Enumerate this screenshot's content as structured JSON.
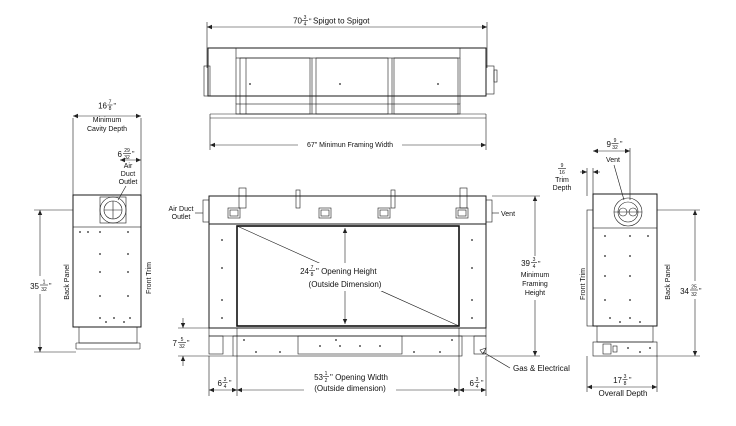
{
  "top_view": {
    "spigot_whole": "70",
    "spigot_num": "3",
    "spigot_den": "4",
    "spigot_unit": "\"",
    "spigot_label": "Spigot to Spigot",
    "framing_width": "67\" Minimun Framing Width"
  },
  "side_view": {
    "cavity_whole": "16",
    "cavity_num": "7",
    "cavity_den": "8",
    "cavity_unit": "\"",
    "cavity_label_1": "Minimum",
    "cavity_label_2": "Cavity Depth",
    "duct_whole": "6",
    "duct_num": "29",
    "duct_den": "32",
    "duct_unit": "\"",
    "duct_label_1": "Air",
    "duct_label_2": "Duct",
    "duct_label_3": "Outlet",
    "height_whole": "35",
    "height_num": "1",
    "height_den": "32",
    "height_unit": "\"",
    "back_panel": "Back Panel",
    "front_trim": "Front Trim"
  },
  "front_view": {
    "air_duct_1": "Air Duct",
    "air_duct_2": "Outlet",
    "vent": "Vent",
    "opening_h_whole": "24",
    "opening_h_num": "7",
    "opening_h_den": "8",
    "opening_h_unit": "\" Opening Height",
    "opening_h_sub": "(Outside Dimension)",
    "framing_h_whole": "39",
    "framing_h_num": "3",
    "framing_h_den": "4",
    "framing_h_unit": "\"",
    "framing_h_1": "Minimum",
    "framing_h_2": "Framing",
    "framing_h_3": "Height",
    "base_whole": "7",
    "base_num": "5",
    "base_den": "32",
    "base_unit": "\"",
    "left_whole": "6",
    "left_num": "3",
    "left_den": "4",
    "left_unit": "\"",
    "right_whole": "6",
    "right_num": "3",
    "right_den": "4",
    "right_unit": "\"",
    "opening_w_whole": "53",
    "opening_w_num": "1",
    "opening_w_den": "2",
    "opening_w_unit": "\" Opening Width",
    "opening_w_sub": "(Outside dimension)",
    "gas_label": "Gas & Electrical"
  },
  "right_view": {
    "vent_whole": "9",
    "vent_num": "9",
    "vent_den": "32",
    "vent_unit": "\"",
    "vent_label": "Vent",
    "trim_num": "9",
    "trim_den": "16",
    "trim_label_1": "Trim",
    "trim_label_2": "Depth",
    "height_whole": "34",
    "height_num": "25",
    "height_den": "32",
    "height_unit": "\"",
    "front_trim": "Front Trim",
    "back_panel": "Back Panel",
    "depth_whole": "17",
    "depth_num": "3",
    "depth_den": "8",
    "depth_unit": "\"",
    "depth_label": "Overall Depth"
  }
}
